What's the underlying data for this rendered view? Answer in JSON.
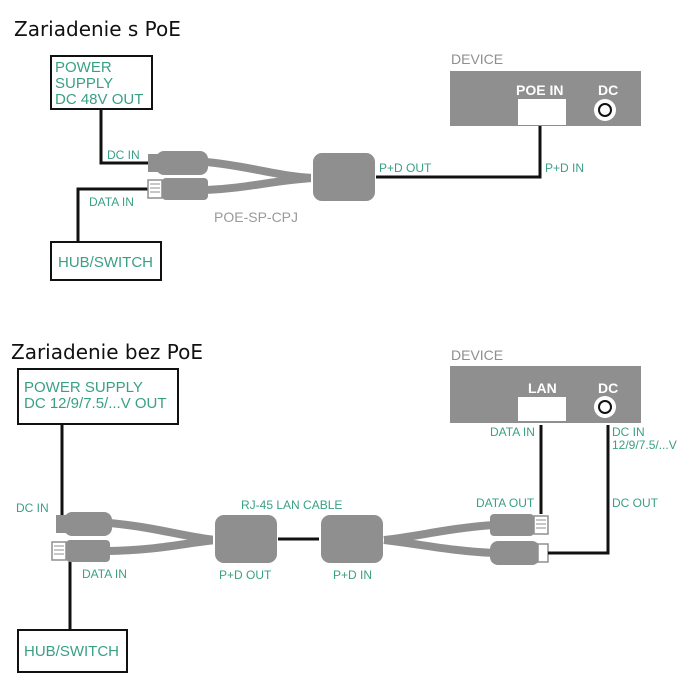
{
  "top": {
    "title": "Zariadenie s PoE",
    "power_supply": "POWER\nSUPPLY\nDC 48V OUT",
    "hub": "HUB/SWITCH",
    "device": {
      "label": "DEVICE",
      "port1": "POE IN",
      "port2": "DC"
    },
    "labels": {
      "dc_in": "DC IN",
      "data_in": "DATA IN",
      "pd_out": "P+D OUT",
      "pd_in": "P+D IN",
      "product": "POE-SP-CPJ"
    }
  },
  "bottom": {
    "title": "Zariadenie bez PoE",
    "power_supply": "POWER SUPPLY\nDC 12/9/7.5/...V OUT",
    "hub": "HUB/SWITCH",
    "device": {
      "label": "DEVICE",
      "port1": "LAN",
      "port2": "DC"
    },
    "labels": {
      "dc_in_left": "DC IN",
      "data_in_left": "DATA IN",
      "cable": "RJ-45 LAN CABLE",
      "pd_out": "P+D OUT",
      "pd_in": "P+D IN",
      "data_in_dev": "DATA IN",
      "dc_in_dev": "DC IN\n12/9/7.5/...V",
      "data_out": "DATA OUT",
      "dc_out": "DC OUT"
    }
  },
  "colors": {
    "accent": "#3aa085",
    "device": "#8f8f8f",
    "gray": "#9a9a9a"
  }
}
